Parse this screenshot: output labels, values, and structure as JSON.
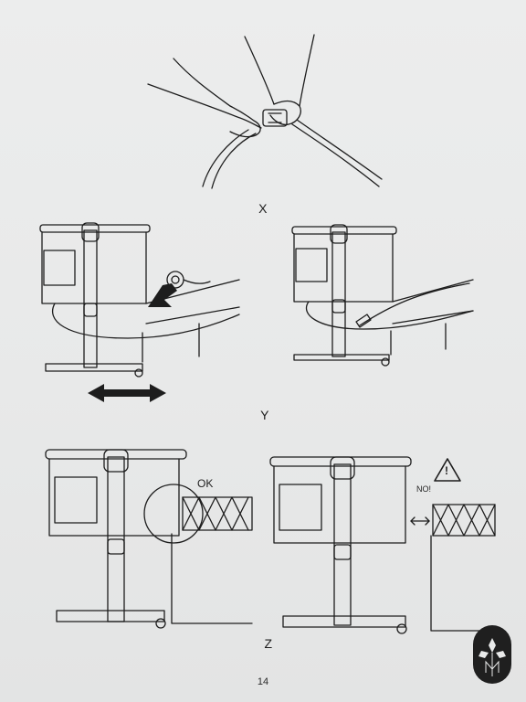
{
  "figures": {
    "x": {
      "label": "X"
    },
    "y": {
      "label": "Y"
    },
    "z": {
      "label": "Z",
      "ok_text": "OK",
      "no_text": "NO!",
      "warning_symbol": "!"
    }
  },
  "page_number": "14",
  "icons": [
    "hands-buckle-icon",
    "arrow-icon",
    "double-arrow-icon",
    "warning-icon",
    "logo-icon"
  ],
  "colors": {
    "paper": "#e9eaea",
    "ink": "#1d1d1d",
    "logo_bg": "#1f1f1f",
    "logo_fg": "#e9eaea"
  }
}
